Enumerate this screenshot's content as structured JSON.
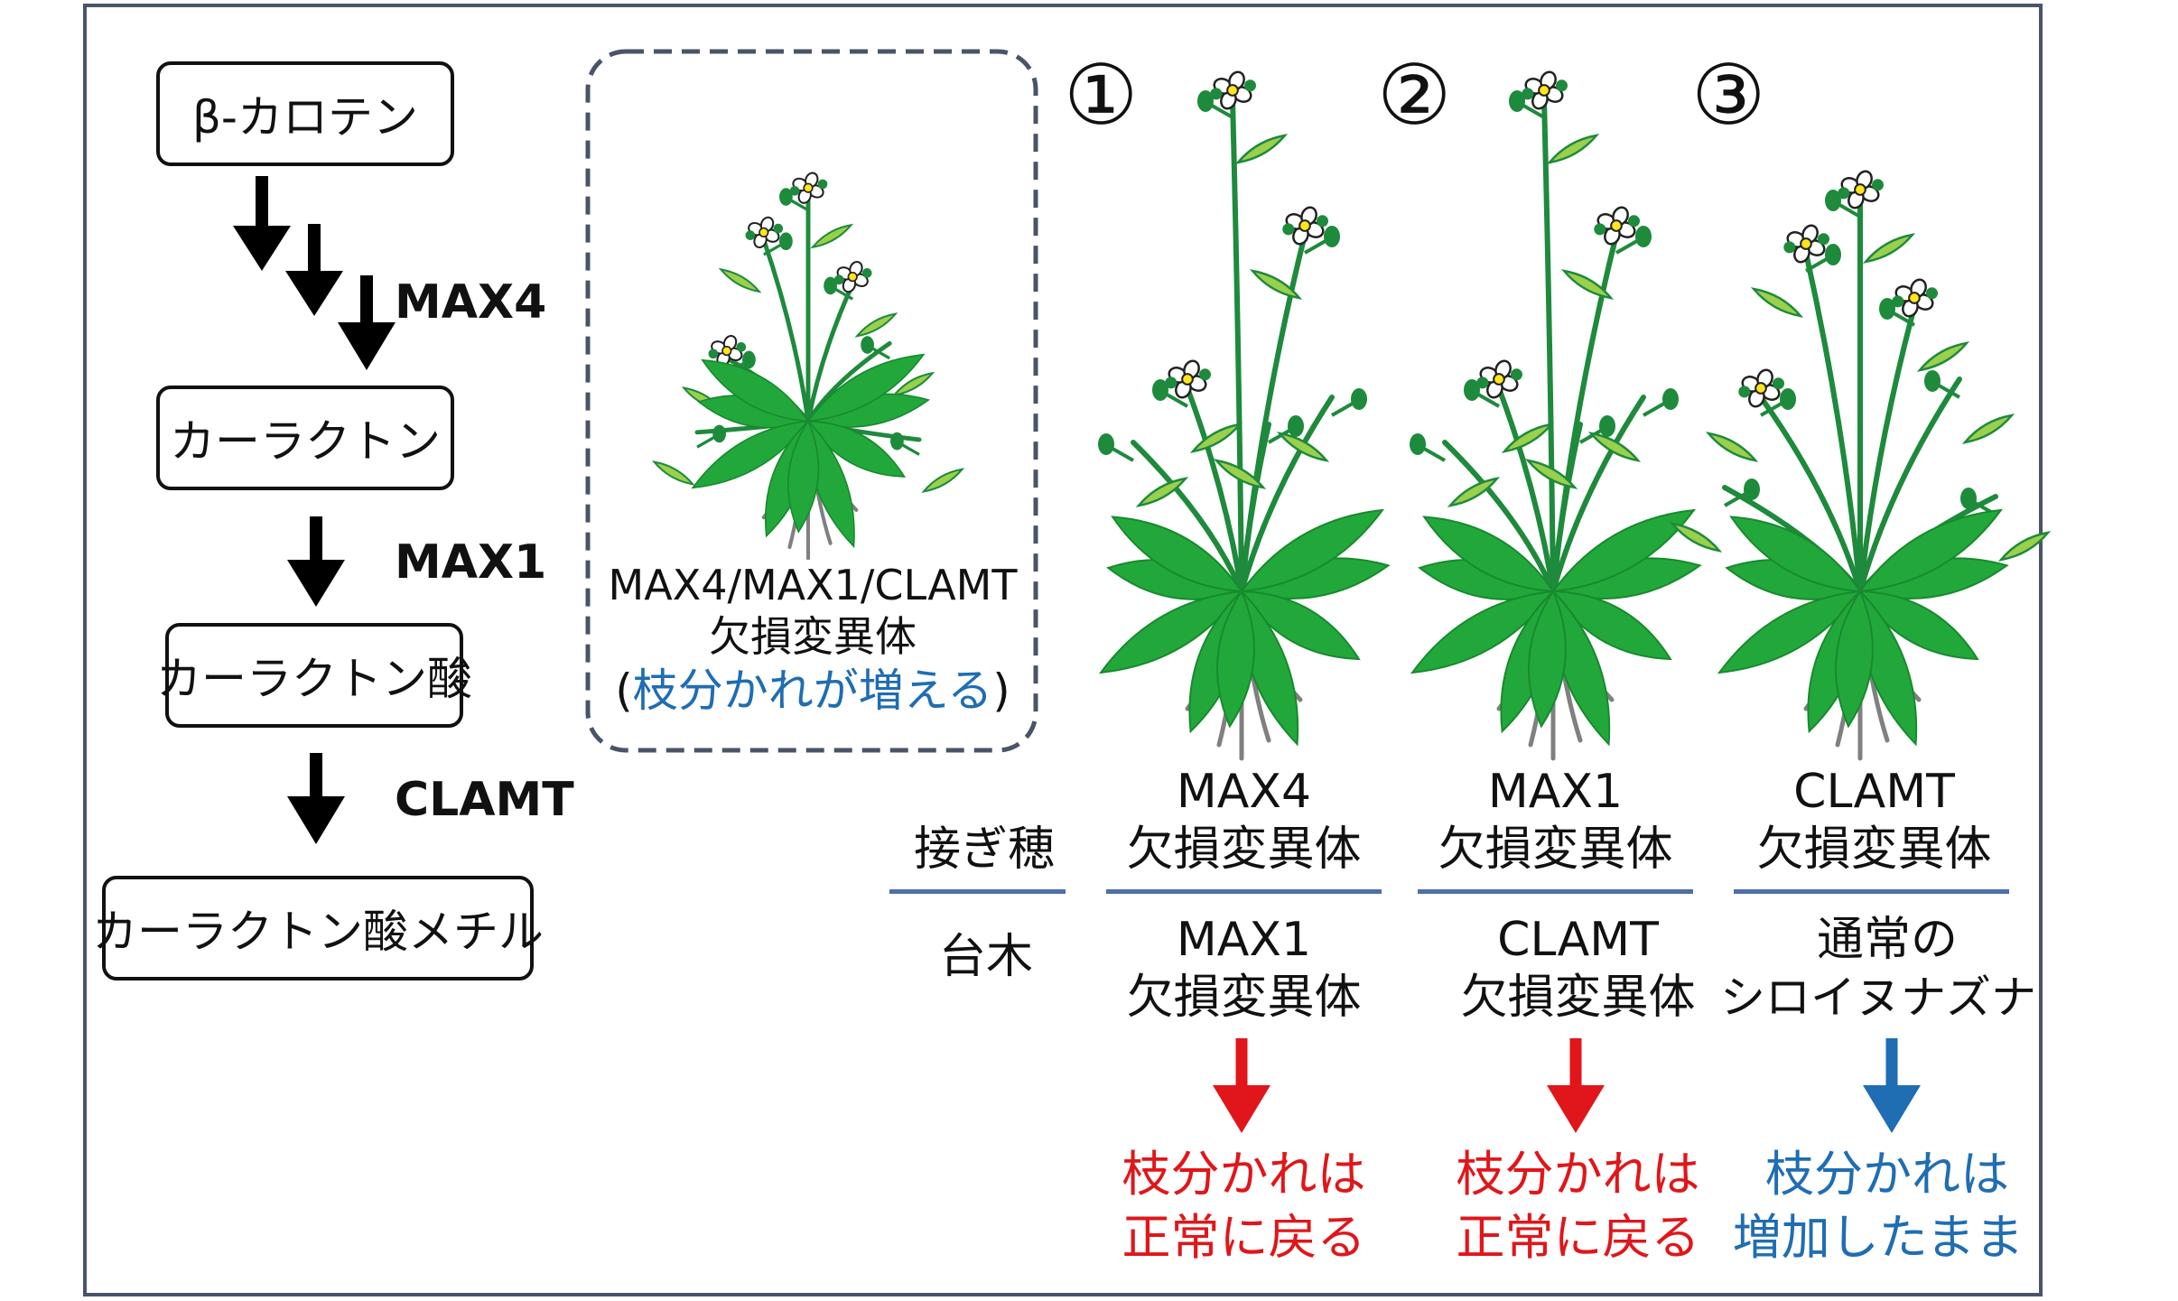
{
  "pathway": {
    "compounds": [
      "β-カロテン",
      "カーラクトン",
      "カーラクトン酸",
      "カーラクトン酸メチル"
    ],
    "enzymes": [
      "MAX4",
      "MAX1",
      "CLAMT"
    ]
  },
  "mutant_panel": {
    "line1": "MAX4/MAX1/CLAMT",
    "line2": "欠損変異体",
    "paren_open": "(",
    "note": "枝分かれが増える",
    "paren_close": ")"
  },
  "row_labels": {
    "scion": "接ぎ穂",
    "rootstock": "台木"
  },
  "grafts": [
    {
      "number": "①",
      "scion_line1": "MAX4",
      "scion_line2": "欠損変異体",
      "root_line1": "MAX1",
      "root_line2": "欠損変異体",
      "result_line1": "枝分かれは",
      "result_line2": "正常に戻る",
      "color": "#e0161a"
    },
    {
      "number": "②",
      "scion_line1": "MAX1",
      "scion_line2": "欠損変異体",
      "root_line1": "CLAMT",
      "root_line2": "欠損変異体",
      "result_line1": "枝分かれは",
      "result_line2": "正常に戻る",
      "color": "#e0161a"
    },
    {
      "number": "③",
      "scion_line1": "CLAMT",
      "scion_line2": "欠損変異体",
      "root_line1": "通常の",
      "root_line2": "シロイヌナズナ",
      "result_line1": "枝分かれは",
      "result_line2": "増加したまま",
      "color": "#1f6db3"
    }
  ],
  "colors": {
    "frame": "#4a5468",
    "divider": "#4f6fa8",
    "leaf": "#22a83a",
    "stem": "#1e8a3c",
    "root": "#808080"
  },
  "icons": [
    "plant-illustration",
    "down-arrow-icon"
  ]
}
